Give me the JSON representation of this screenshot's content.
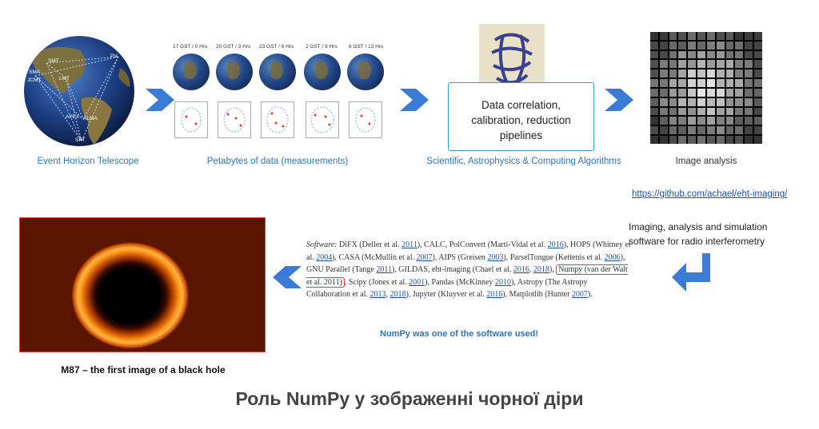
{
  "stage1": {
    "label": "Event Horizon Telescope",
    "sites": [
      "SMT",
      "SMA",
      "JCMT",
      "LMT",
      "PV",
      "ALMA",
      "APEX",
      "SPT"
    ]
  },
  "stage2": {
    "label": "Petabytes of data (measurements)",
    "snapshots": [
      "17 GST / 0 Hrs",
      "20 GST / 3 Hrs",
      "23 GST / 6 Hrs",
      "2 GST / 9 Hrs",
      "6 GST / 13 Hrs"
    ]
  },
  "stage3": {
    "box_text": "Data correlation,\ncalibration,  reduction\npipelines",
    "label": "Scientific, Astrophysics & Computing Algorithms"
  },
  "stage4": {
    "label": "Image analysis"
  },
  "github_link": "https://github.com/achael/eht-imaging/",
  "imaging_note": "Imaging, analysis and simulation software for radio interferometry",
  "software": {
    "parts": [
      {
        "t": "Software:",
        "s": "i"
      },
      {
        "t": " DiFX (Deller et al. "
      },
      {
        "t": "2011",
        "s": "u"
      },
      {
        "t": "), CALC, PolConvert (Martí-Vidal et al. "
      },
      {
        "t": "2016",
        "s": "u"
      },
      {
        "t": "), HOPS (Whitney et al. "
      },
      {
        "t": "2004",
        "s": "u"
      },
      {
        "t": "), CASA (McMullin et al. "
      },
      {
        "t": "2007",
        "s": "u"
      },
      {
        "t": "), AIPS (Greisen "
      },
      {
        "t": "2003",
        "s": "u"
      },
      {
        "t": "), ParselTongue (Kettenis et al. "
      },
      {
        "t": "2006",
        "s": "u"
      },
      {
        "t": "), GNU Parallel (Tange "
      },
      {
        "t": "2011",
        "s": "u"
      },
      {
        "t": "), GILDAS, eht-imaging (Chael et al. "
      },
      {
        "t": "2016",
        "s": "u"
      },
      {
        "t": ", "
      },
      {
        "t": "2018",
        "s": "u"
      },
      {
        "t": "), "
      },
      {
        "t": "Numpy (van der Walt et al. 2011)",
        "s": "hl"
      },
      {
        "t": ", Scipy (Jones et al. "
      },
      {
        "t": "2001",
        "s": "u"
      },
      {
        "t": "), Pandas (McKinney "
      },
      {
        "t": "2010",
        "s": "u"
      },
      {
        "t": "), Astropy (The Astropy Collaboration et al. "
      },
      {
        "t": "2013",
        "s": "u"
      },
      {
        "t": ", "
      },
      {
        "t": "2018",
        "s": "u"
      },
      {
        "t": "), Jupyter (Kluyver et al. "
      },
      {
        "t": "2016",
        "s": "u"
      },
      {
        "t": "), Matplotlib (Hunter "
      },
      {
        "t": "2007",
        "s": "u"
      },
      {
        "t": ")."
      }
    ]
  },
  "numpy_note": "NumPy was one of the software used!",
  "blackhole_caption": "M87 – the first image of a black hole",
  "page_title": "Роль NumPy у зображенні чорної діри",
  "colors": {
    "accent": "#2e75b6",
    "arrow": "#3a7bd5",
    "highlight": "#e53935",
    "box_border": "#29a3d9"
  }
}
